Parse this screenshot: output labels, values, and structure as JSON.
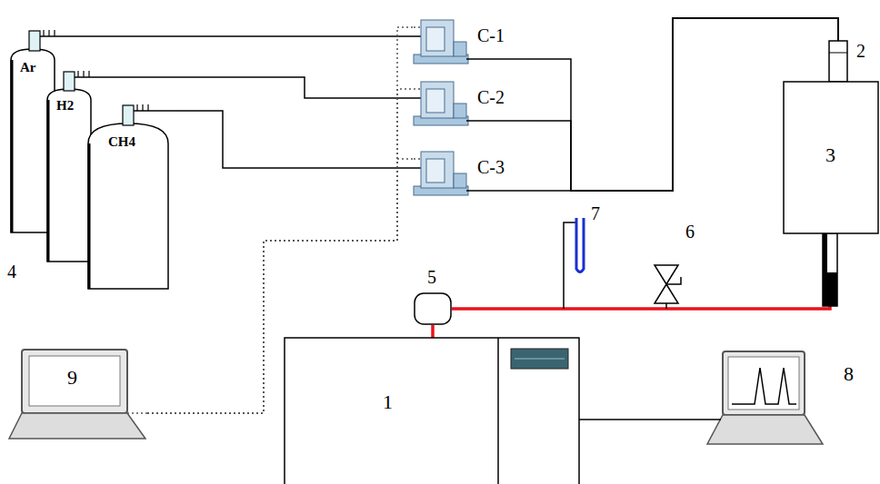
{
  "diagram": {
    "nodes": [
      {
        "text": [
          "Ar"
        ]
      },
      {
        "text": [
          "H2"
        ]
      },
      {
        "text": [
          "CH4"
        ]
      },
      {
        "text": [
          "C-1"
        ]
      },
      {
        "text": [
          "C-2"
        ]
      },
      {
        "text": [
          "C-3"
        ]
      },
      {
        "text": [
          "3"
        ]
      },
      {
        "text": [
          "5"
        ]
      },
      {
        "text": [
          "1"
        ]
      },
      {
        "text": [
          "9"
        ]
      },
      {
        "text": [
          "8"
        ]
      }
    ],
    "edges": [
      {
        "from": 0,
        "to": 3,
        "arrow": "none"
      },
      {
        "from": 1,
        "to": 4,
        "arrow": "none"
      },
      {
        "from": 2,
        "to": 5,
        "arrow": "none"
      },
      {
        "from": 3,
        "to": 6,
        "arrow": "none"
      },
      {
        "from": 4,
        "to": 6,
        "arrow": "none"
      },
      {
        "from": 5,
        "to": 6,
        "arrow": "none"
      },
      {
        "from": 6,
        "to": 7,
        "arrow": "none"
      },
      {
        "from": 7,
        "to": 8,
        "arrow": "none"
      },
      {
        "from": 8,
        "to": 10,
        "arrow": "none"
      },
      {
        "from": 9,
        "to": 3,
        "arrow": "none"
      },
      {
        "from": 9,
        "to": 4,
        "arrow": "none"
      },
      {
        "from": 9,
        "to": 5,
        "arrow": "none"
      }
    ],
    "labels": [
      "4",
      "2",
      "7",
      "6"
    ]
  }
}
